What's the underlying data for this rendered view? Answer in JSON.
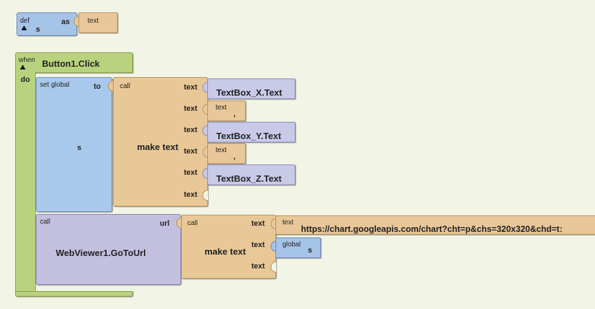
{
  "def_block": {
    "def_label": "def",
    "name": "s",
    "as_label": "as",
    "value_label": "text"
  },
  "event_block": {
    "when_label": "when",
    "event_name": "Button1.Click",
    "do_label": "do"
  },
  "set_global": {
    "label": "set global",
    "variable": "s",
    "to_label": "to"
  },
  "make_text_1": {
    "call_label": "call",
    "name": "make text",
    "socket_label": "text",
    "items": [
      {
        "kind": "component",
        "value": "TextBox_X.Text"
      },
      {
        "kind": "text",
        "label": "text",
        "value": ","
      },
      {
        "kind": "component",
        "value": "TextBox_Y.Text"
      },
      {
        "kind": "text",
        "label": "text",
        "value": ","
      },
      {
        "kind": "component",
        "value": "TextBox_Z.Text"
      },
      {
        "kind": "empty"
      }
    ]
  },
  "webviewer_call": {
    "call_label": "call",
    "method": "WebViewer1.GoToUrl",
    "url_label": "url"
  },
  "make_text_2": {
    "call_label": "call",
    "name": "make text",
    "socket_label": "text",
    "url_text_label": "text",
    "url_value": "https://chart.googleapis.com/chart?cht=p&chs=320x320&chd=t:",
    "global_label": "global",
    "global_var": "s"
  },
  "colors": {
    "background": "#f2f5e6",
    "event_green": "#b9d27e",
    "variable_blue": "#a8c9ec",
    "text_orange": "#e9c897",
    "component_lavender": "#c9c9e8",
    "call_purple": "#c3bfdf"
  }
}
